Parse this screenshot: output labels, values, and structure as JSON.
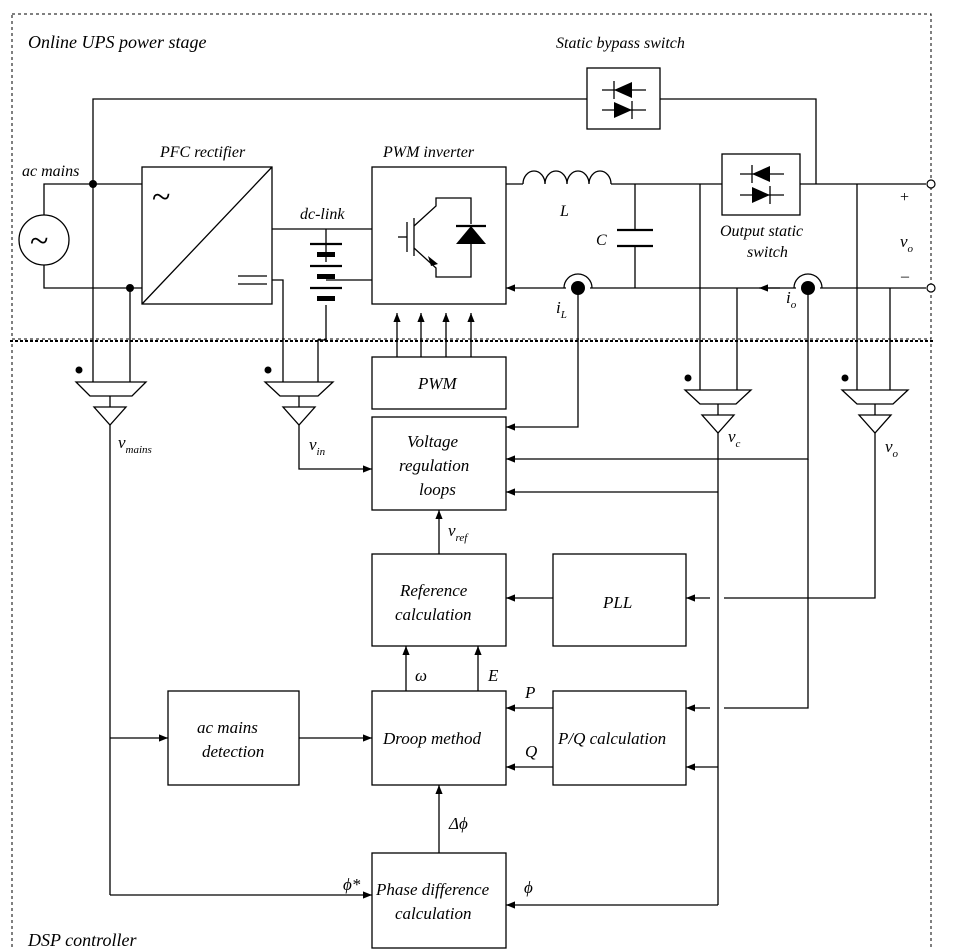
{
  "regions": {
    "power_stage": "Online UPS power stage",
    "controller": "DSP controller"
  },
  "power_stage": {
    "static_bypass_switch": "Static bypass switch",
    "ac_mains": "ac mains",
    "pfc_rectifier": "PFC rectifier",
    "pwm_inverter": "PWM inverter",
    "dc_link": "dc-link",
    "inductor": "L",
    "capacitor": "C",
    "output_static_switch_line1": "Output static",
    "output_static_switch_line2": "switch",
    "current_il_base": "i",
    "current_il_sub": "L",
    "current_io_base": "i",
    "current_io_sub": "o",
    "output_voltage_base": "v",
    "output_voltage_sub": "o",
    "plus": "+",
    "minus": "–",
    "ac_symbol": "~",
    "dc_symbol": "="
  },
  "controller": {
    "pwm": "PWM",
    "voltage_loops_line1": "Voltage",
    "voltage_loops_line2": "regulation",
    "voltage_loops_line3": "loops",
    "reference_line1": "Reference",
    "reference_line2": "calculation",
    "pll": "PLL",
    "droop": "Droop method",
    "pq": "P/Q calculation",
    "ac_detect_line1": "ac mains",
    "ac_detect_line2": "detection",
    "phase_line1": "Phase difference",
    "phase_line2": "calculation"
  },
  "signals": {
    "v_mains_base": "v",
    "v_mains_sub": "mains",
    "v_in_base": "v",
    "v_in_sub": "in",
    "v_c_base": "v",
    "v_c_sub": "c",
    "v_o_base": "v",
    "v_o_sub": "o",
    "v_ref_base": "v",
    "v_ref_sub": "ref",
    "omega": "ω",
    "E": "E",
    "P": "P",
    "Q": "Q",
    "delta_phi": "Δϕ",
    "phi_star": "ϕ*",
    "phi": "ϕ"
  }
}
